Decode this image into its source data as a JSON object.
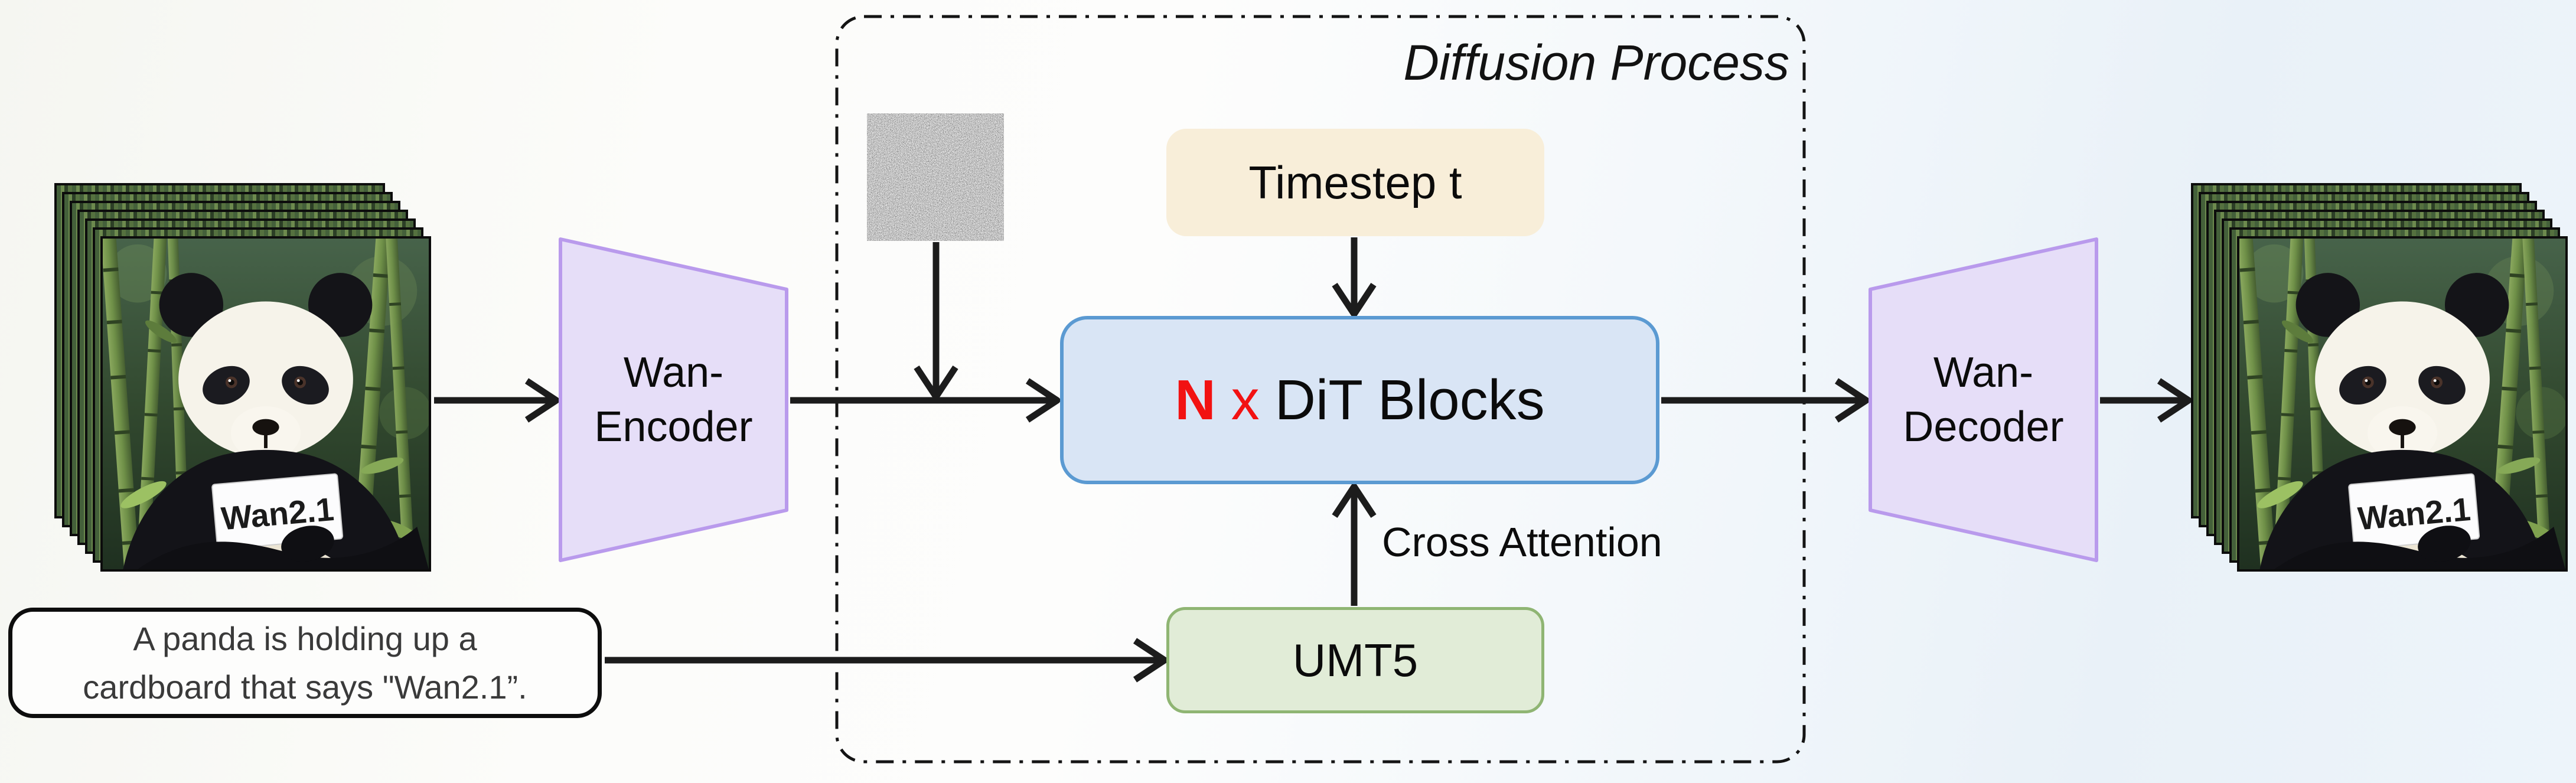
{
  "figure": {
    "diffusion_process": {
      "title": "Diffusion Process",
      "timestep_box_label": "Timestep t",
      "dit_block": {
        "n": "N",
        "times": "x",
        "label": "DiT Blocks"
      },
      "cross_attention_label": "Cross Attention",
      "umt5_box_label": "UMT5"
    },
    "prompt_box": {
      "line1": "A panda is holding up a",
      "line2": "cardboard that says \"Wan2.1”."
    },
    "wan_encoder": {
      "line1": "Wan-",
      "line2": "Encoder"
    },
    "wan_decoder": {
      "line1": "Wan-",
      "line2": "Decoder"
    },
    "panda_card_text": "Wan2.1",
    "colors": {
      "dit_fill": "#d9e5f5",
      "dit_border": "#5b9ad2",
      "dit_n_red": "#f21212",
      "timestep_fill": "#f8eed9",
      "umt5_fill": "#e1ecd7",
      "umt5_border": "#8fb573",
      "vae_fill": "#e6def8",
      "vae_border": "#b99aec",
      "arrow": "#1c1c1c"
    }
  }
}
